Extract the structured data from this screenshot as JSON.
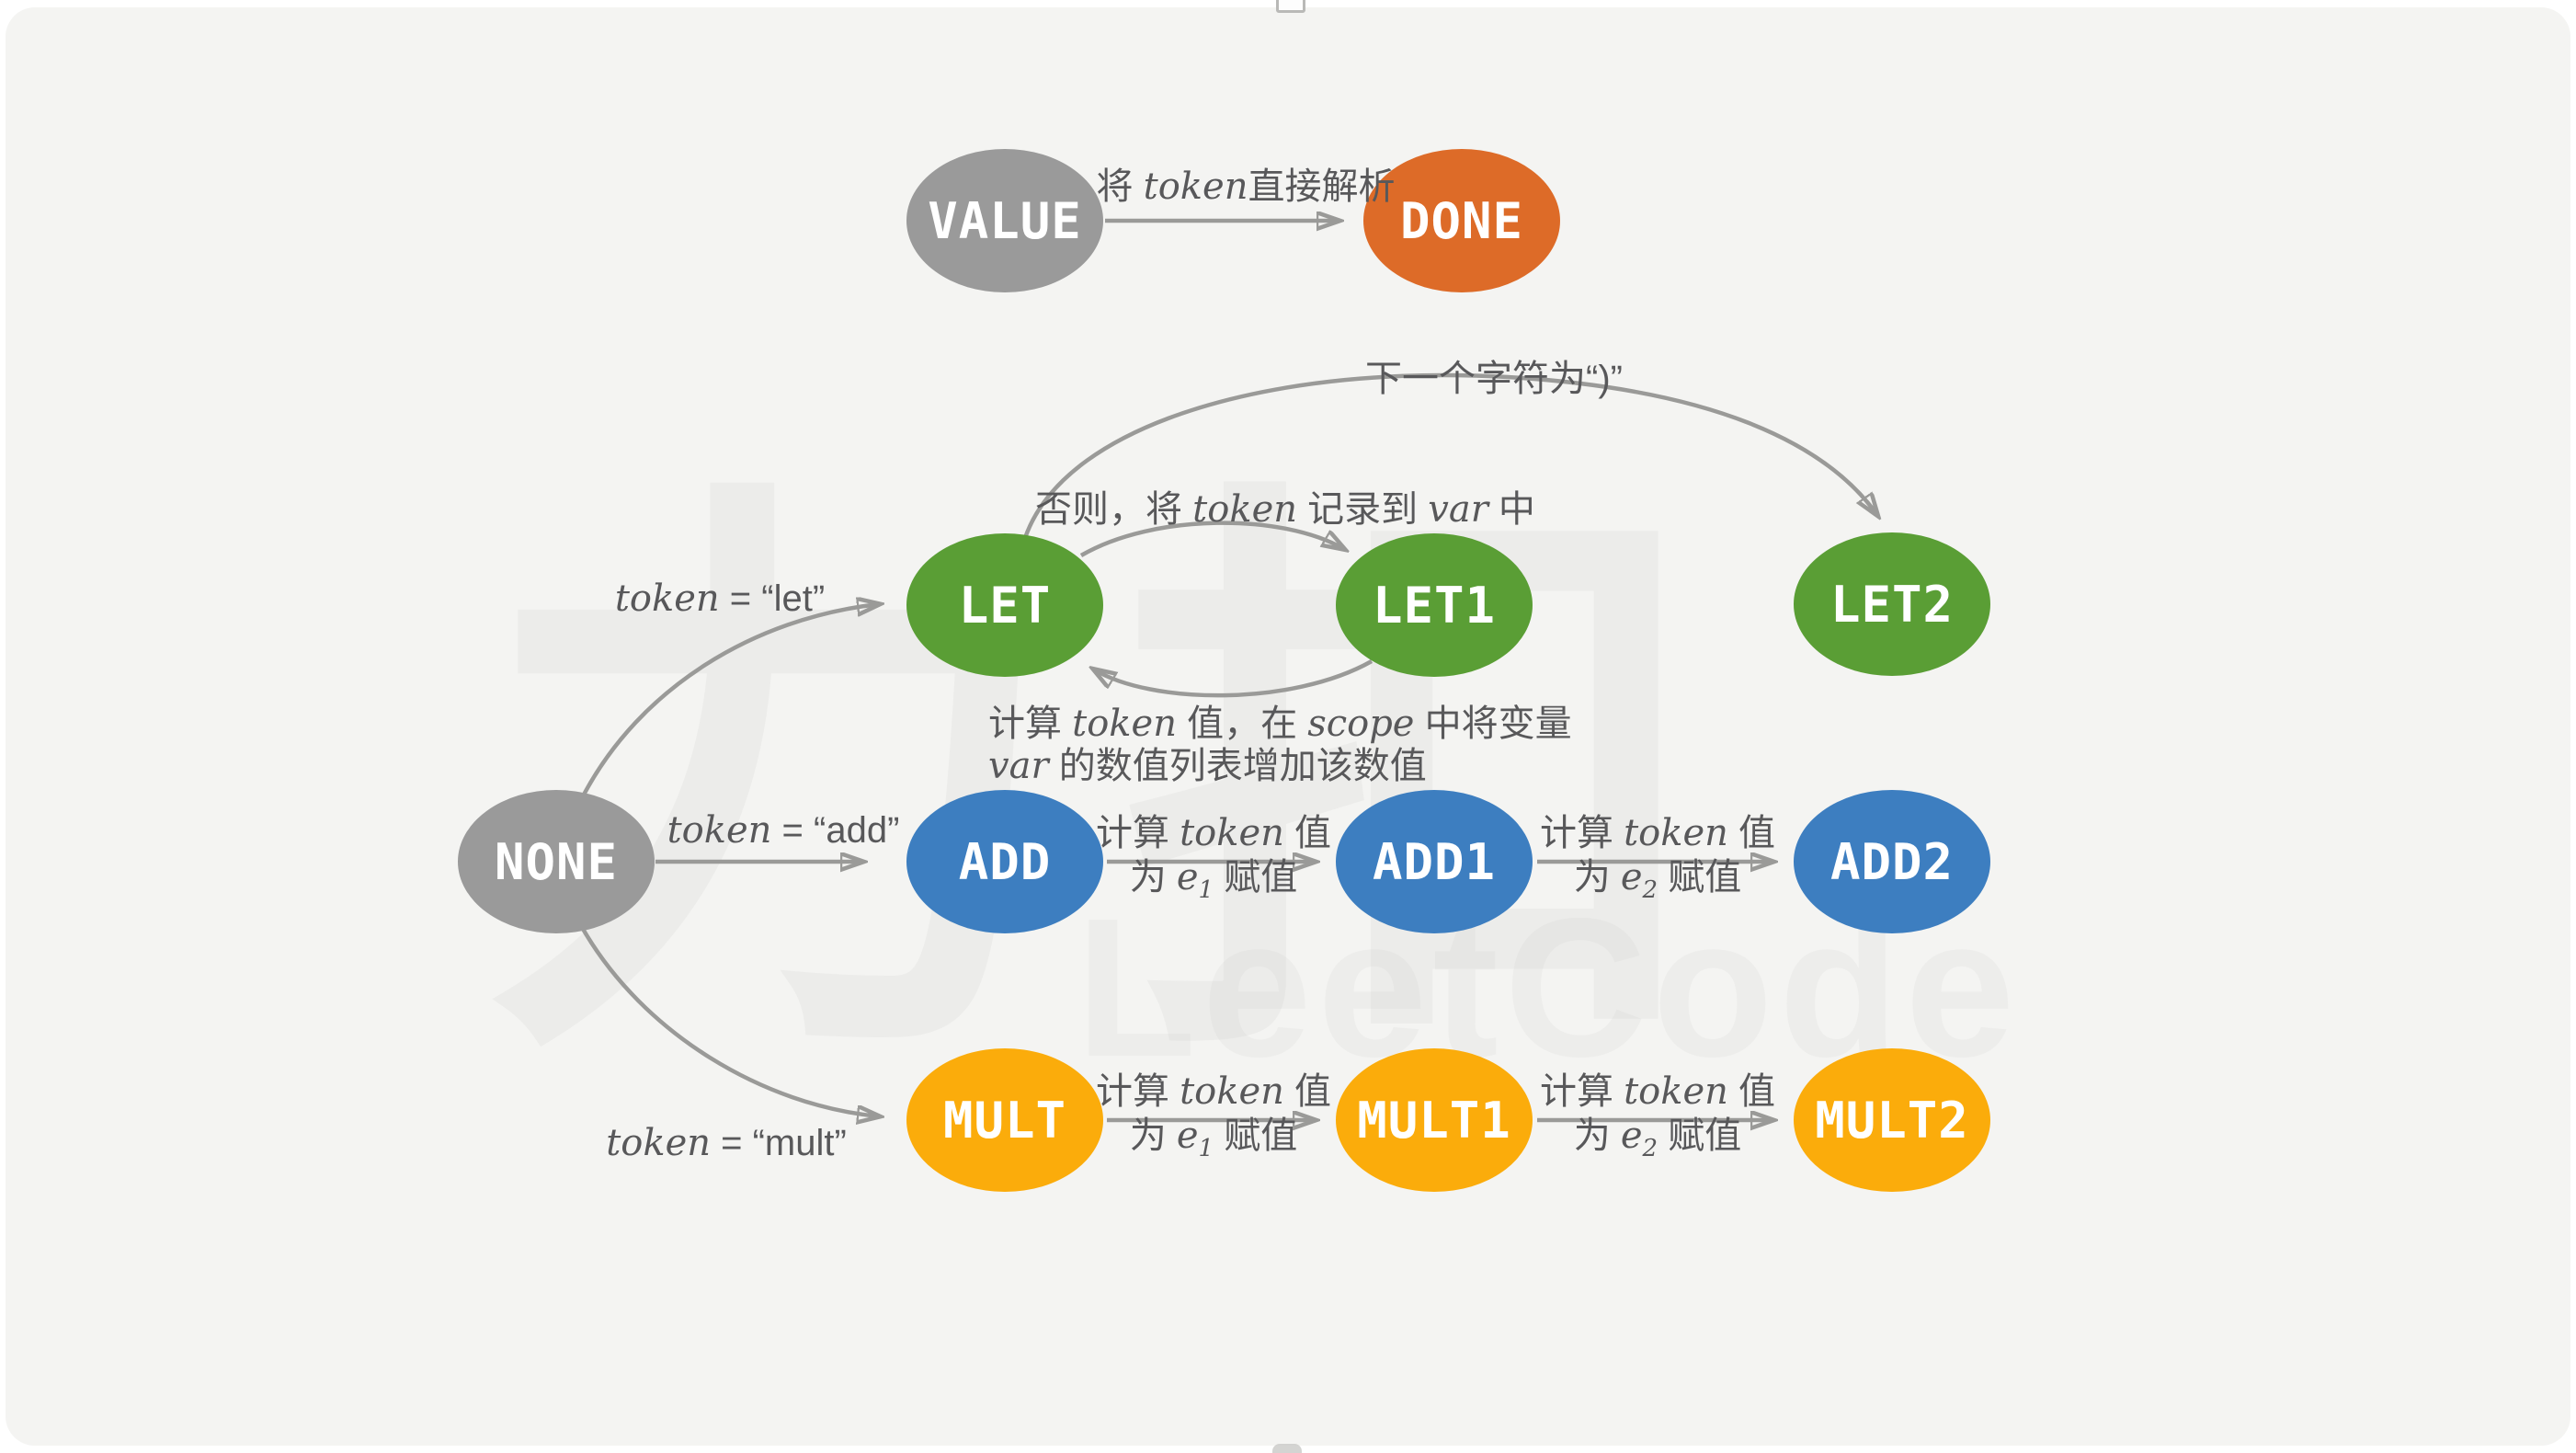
{
  "canvas": {
    "background": "#ffffff",
    "card_background": "#f4f4f2"
  },
  "colors": {
    "state_gray": "#9a9a9a",
    "state_green": "#5a9e35",
    "state_blue": "#3d7ec0",
    "state_yellow": "#fbac0b",
    "state_orange": "#dd6b28",
    "arrow": "#9a9a98",
    "label_text": "#58585a"
  },
  "watermark": {
    "cjk": "力扣",
    "latin": "LeetCode"
  },
  "nodes": {
    "value": {
      "label": "VALUE"
    },
    "done": {
      "label": "DONE"
    },
    "let": {
      "label": "LET"
    },
    "let1": {
      "label": "LET1"
    },
    "let2": {
      "label": "LET2"
    },
    "none": {
      "label": "NONE"
    },
    "add": {
      "label": "ADD"
    },
    "add1": {
      "label": "ADD1"
    },
    "add2": {
      "label": "ADD2"
    },
    "mult": {
      "label": "MULT"
    },
    "mult1": {
      "label": "MULT1"
    },
    "mult2": {
      "label": "MULT2"
    }
  },
  "edge_labels": {
    "value_done": "将 <i>token</i>直接解析",
    "next_char": "下一个字符为“)”",
    "otherwise": "否则，将 <i>token</i> 记录到 <i>var</i> 中",
    "let_loop": "计算 <i>token</i> 值，在 <i>scope</i> 中将变量<br><i>var</i> 的数值列表增加该数值",
    "token_let": "<i>token</i> = “let”",
    "token_add": "<i>token</i> = “add”",
    "token_mult": "<i>token</i> = “mult”",
    "calc_e1": "计算 <i>token</i> 值<br>为 <i>e</i><sub>1</sub> 赋值",
    "calc_e2": "计算 <i>token</i> 值<br>为 <i>e</i><sub>2</sub> 赋值"
  }
}
